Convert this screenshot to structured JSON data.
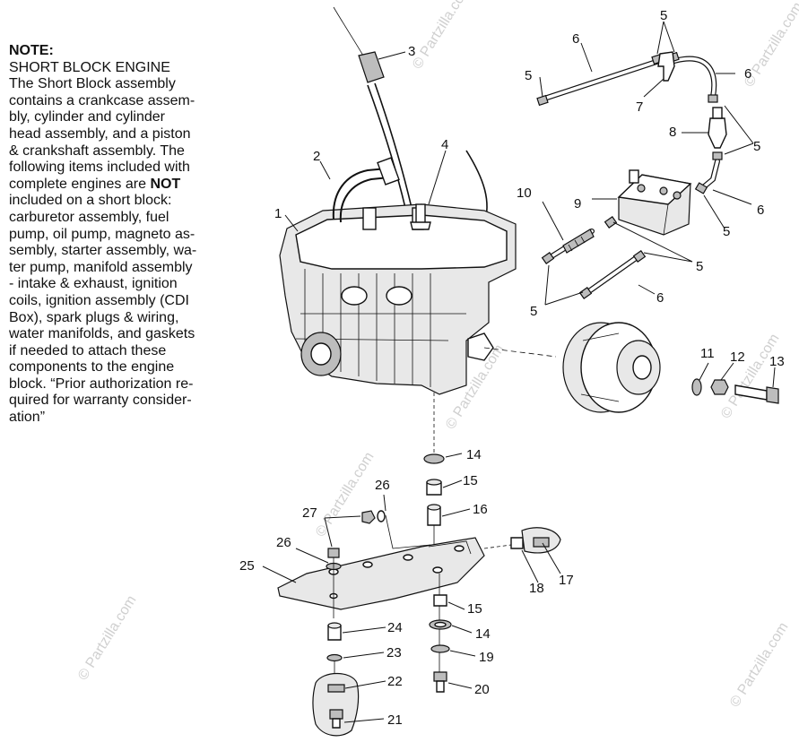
{
  "note": {
    "title": "NOTE:",
    "lines": [
      "SHORT BLOCK ENGINE",
      "The Short Block assembly",
      "contains a crankcase assem-",
      "bly, cylinder and cylinder",
      "head assembly, and a piston",
      "& crankshaft assembly.  The",
      "following items included with",
      "complete engines are ",
      "included on a short block:",
      "carburetor assembly, fuel",
      "pump, oil pump, magneto as-",
      "sembly, starter assembly, wa-",
      "ter pump, manifold assembly",
      "- intake & exhaust, ignition",
      "coils, ignition assembly (CDI",
      "Box), spark plugs & wiring,",
      "water manifolds, and gaskets",
      "if needed to attach these",
      "components to the engine",
      "block. “Prior authorization re-",
      "quired for warranty consider-",
      "ation”"
    ],
    "emphasis": "NOT"
  },
  "callouts": {
    "c1": "1",
    "c2": "2",
    "c3": "3",
    "c4": "4",
    "c5a": "5",
    "c5b": "5",
    "c5c": "5",
    "c5d": "5",
    "c5e": "5",
    "c5f": "5",
    "c6a": "6",
    "c6b": "6",
    "c6c": "6",
    "c6d": "6",
    "c7": "7",
    "c8": "8",
    "c9": "9",
    "c10": "10",
    "c11": "11",
    "c12": "12",
    "c13": "13",
    "c14a": "14",
    "c14b": "14",
    "c15a": "15",
    "c15b": "15",
    "c16": "16",
    "c17": "17",
    "c18": "18",
    "c19": "19",
    "c20": "20",
    "c21": "21",
    "c22": "22",
    "c23": "23",
    "c24": "24",
    "c25": "25",
    "c26a": "26",
    "c26b": "26",
    "c27": "27"
  },
  "watermark": "© Partzilla.com",
  "colors": {
    "line": "#111111",
    "watermark": "#d0d0d0",
    "background": "#ffffff"
  }
}
